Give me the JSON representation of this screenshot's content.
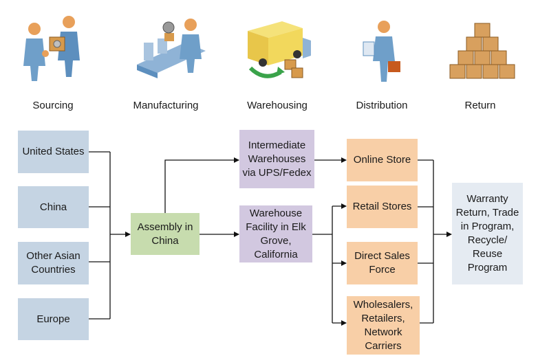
{
  "stages": [
    {
      "label": "Sourcing",
      "icon": "handshake-people-icon"
    },
    {
      "label": "Manufacturing",
      "icon": "assembly-line-icon"
    },
    {
      "label": "Warehousing",
      "icon": "delivery-truck-icon"
    },
    {
      "label": "Distribution",
      "icon": "person-with-briefcase-icon"
    },
    {
      "label": "Return",
      "icon": "stacked-boxes-icon"
    }
  ],
  "sources": [
    {
      "label": "United States"
    },
    {
      "label": "China"
    },
    {
      "label": "Other Asian Countries"
    },
    {
      "label": "Europe"
    }
  ],
  "assembly": {
    "label": "Assembly in China"
  },
  "warehouses": [
    {
      "label": "Intermediate Warehouses via UPS/Fedex"
    },
    {
      "label": "Warehouse Facility in Elk Grove, California"
    }
  ],
  "channels": [
    {
      "label": "Online Store"
    },
    {
      "label": "Retail Stores"
    },
    {
      "label": "Direct Sales Force"
    },
    {
      "label": "Wholesalers, Retailers, Network Carriers"
    }
  ],
  "returns": {
    "label": "Warranty Return, Trade in Program, Recycle/ Reuse Program"
  },
  "colors": {
    "source": "#c5d4e3",
    "assembly": "#c7dcae",
    "warehouse": "#d2c8e0",
    "channel": "#f8cfa7",
    "returns": "#e5ebf2",
    "line": "#111111"
  }
}
